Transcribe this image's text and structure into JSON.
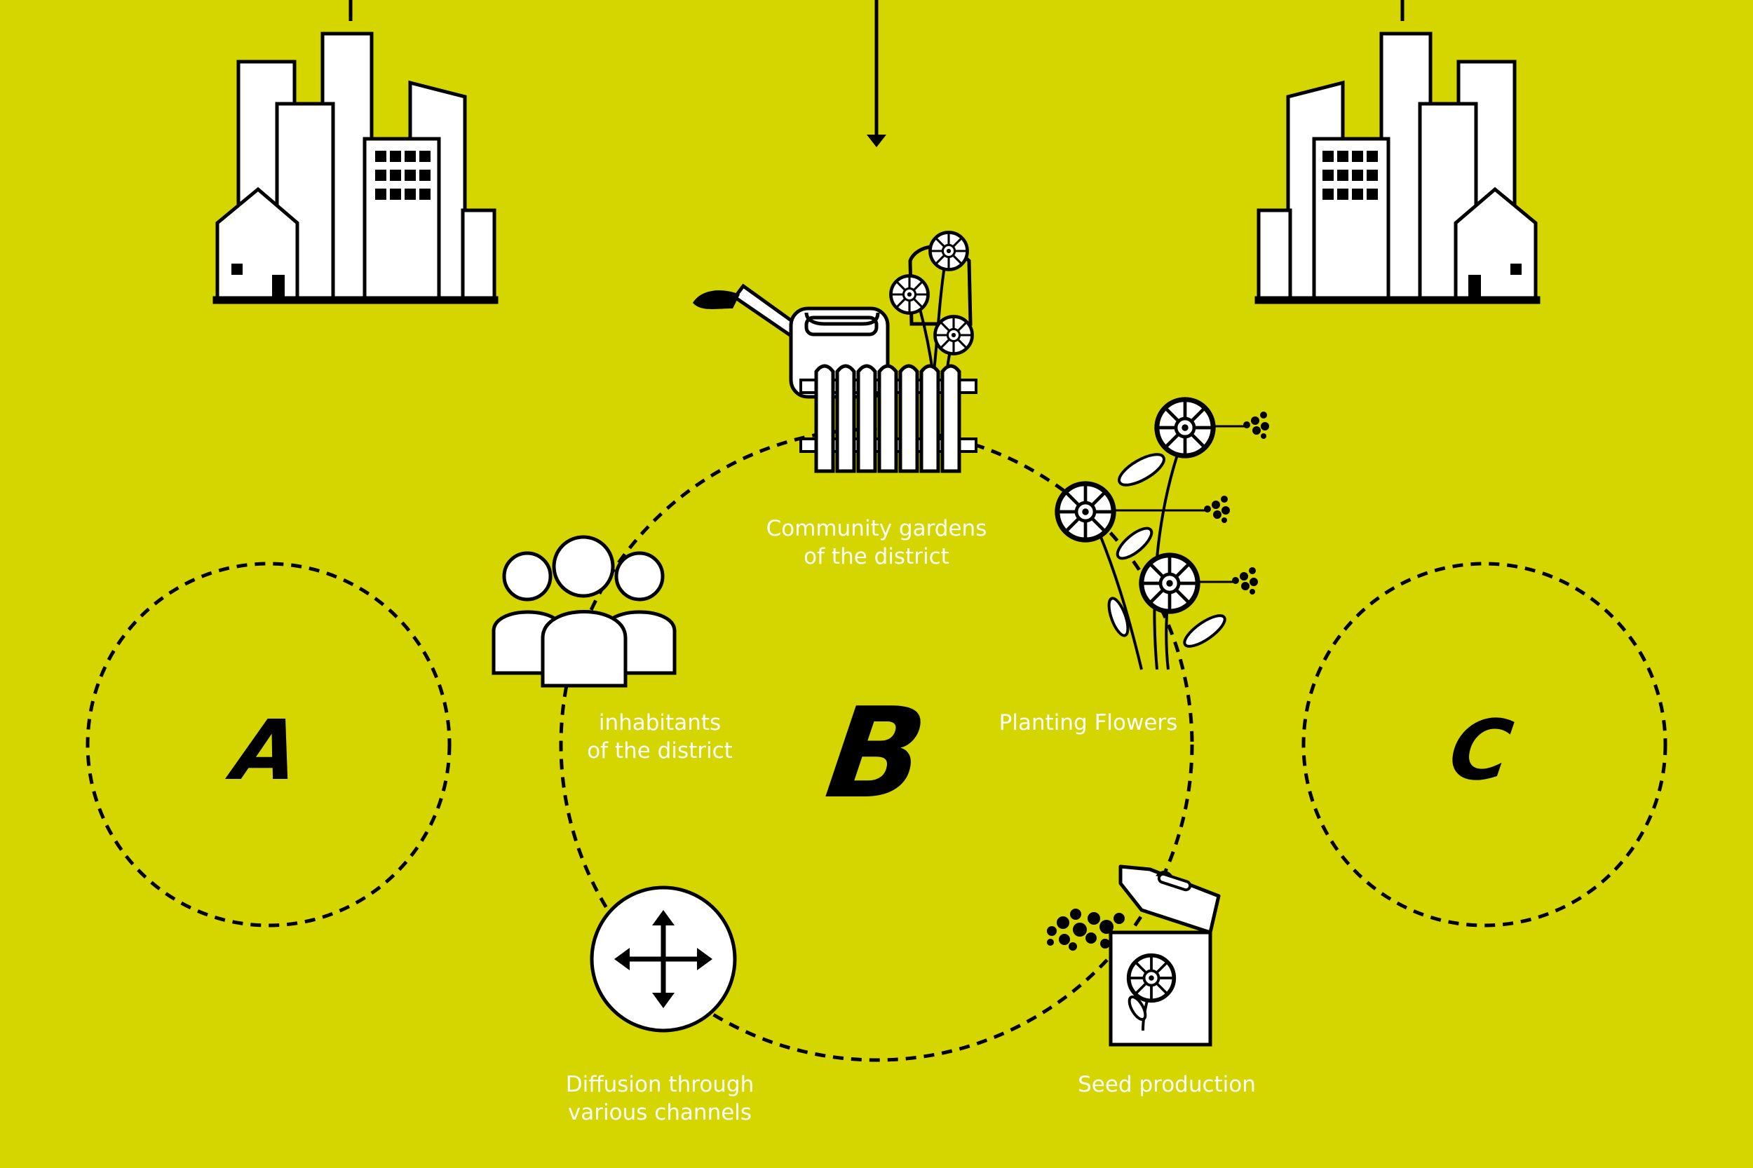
{
  "colors": {
    "background": "#d5d500",
    "ink": "#000000",
    "fill": "#ffffff",
    "caption": "#ffffff"
  },
  "circles": [
    {
      "letter": "A"
    },
    {
      "letter": "B"
    },
    {
      "letter": "C"
    }
  ],
  "cycle_steps": [
    {
      "icon": "watering-can-fence-icon",
      "lines": [
        "Community gardens",
        "of the district"
      ]
    },
    {
      "icon": "flowers-seeds-icon",
      "lines": [
        "Planting Flowers"
      ]
    },
    {
      "icon": "seed-packet-icon",
      "lines": [
        "Seed production"
      ]
    },
    {
      "icon": "move-arrows-icon",
      "lines": [
        "Diffusion through",
        "various channels"
      ]
    },
    {
      "icon": "people-group-icon",
      "lines": [
        "inhabitants",
        "of the district"
      ]
    }
  ],
  "icons": [
    "city-buildings-icon",
    "down-arrow-icon"
  ]
}
